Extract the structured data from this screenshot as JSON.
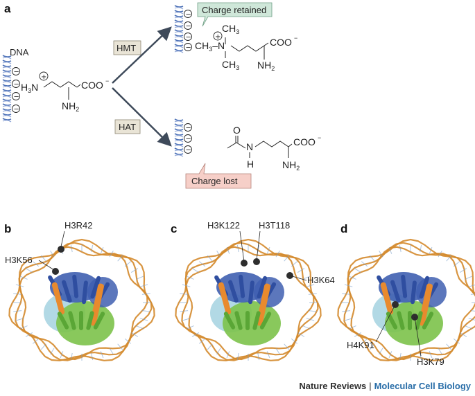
{
  "panels": {
    "a": "a",
    "b": "b",
    "c": "c",
    "d": "d"
  },
  "panel_a": {
    "dna_label": "DNA",
    "hmt_label": "HMT",
    "hat_label": "HAT",
    "charge_retained": "Charge retained",
    "charge_lost": "Charge lost",
    "lysine": {
      "h3n": "H",
      "h3n_sub": "3",
      "n": "N",
      "coo": "COO",
      "nh2": "NH",
      "nh2_sub": "2"
    },
    "methyl_lysine": {
      "ch3_top": "CH",
      "ch3_left": "CH",
      "n": "N",
      "ch3_bottom": "CH",
      "sub3": "3",
      "coo": "COO",
      "nh2": "NH",
      "nh2_sub": "2"
    },
    "acetyl_lysine": {
      "o": "O",
      "n": "N",
      "h": "H",
      "coo": "COO",
      "nh2": "NH",
      "nh2_sub": "2"
    },
    "charge_plus": "+",
    "charge_minus": "−"
  },
  "panel_b": {
    "label_top": "H3R42",
    "label_left": "H3K56"
  },
  "panel_c": {
    "label_a": "H3K122",
    "label_b": "H3T118",
    "label_right": "H3K64"
  },
  "panel_d": {
    "label_a": "H4K91",
    "label_b": "H3K79"
  },
  "credit": {
    "journal": "Nature Reviews",
    "separator": "|",
    "section": "Molecular Cell Biology"
  },
  "colors": {
    "dna_strand": "#d48a2c",
    "h3": "#3f5fb0",
    "h4": "#7cc24a",
    "h2a": "#e88a2e",
    "h2b": "#9fd0df",
    "mark": "#2e2e2e",
    "retained_bg": "#cfe7d9",
    "lost_bg": "#f6cfc8",
    "enzyme_bg": "#e9e4d6",
    "arrow": "#3e4a5a",
    "helix_blue": "#4f73b8"
  }
}
